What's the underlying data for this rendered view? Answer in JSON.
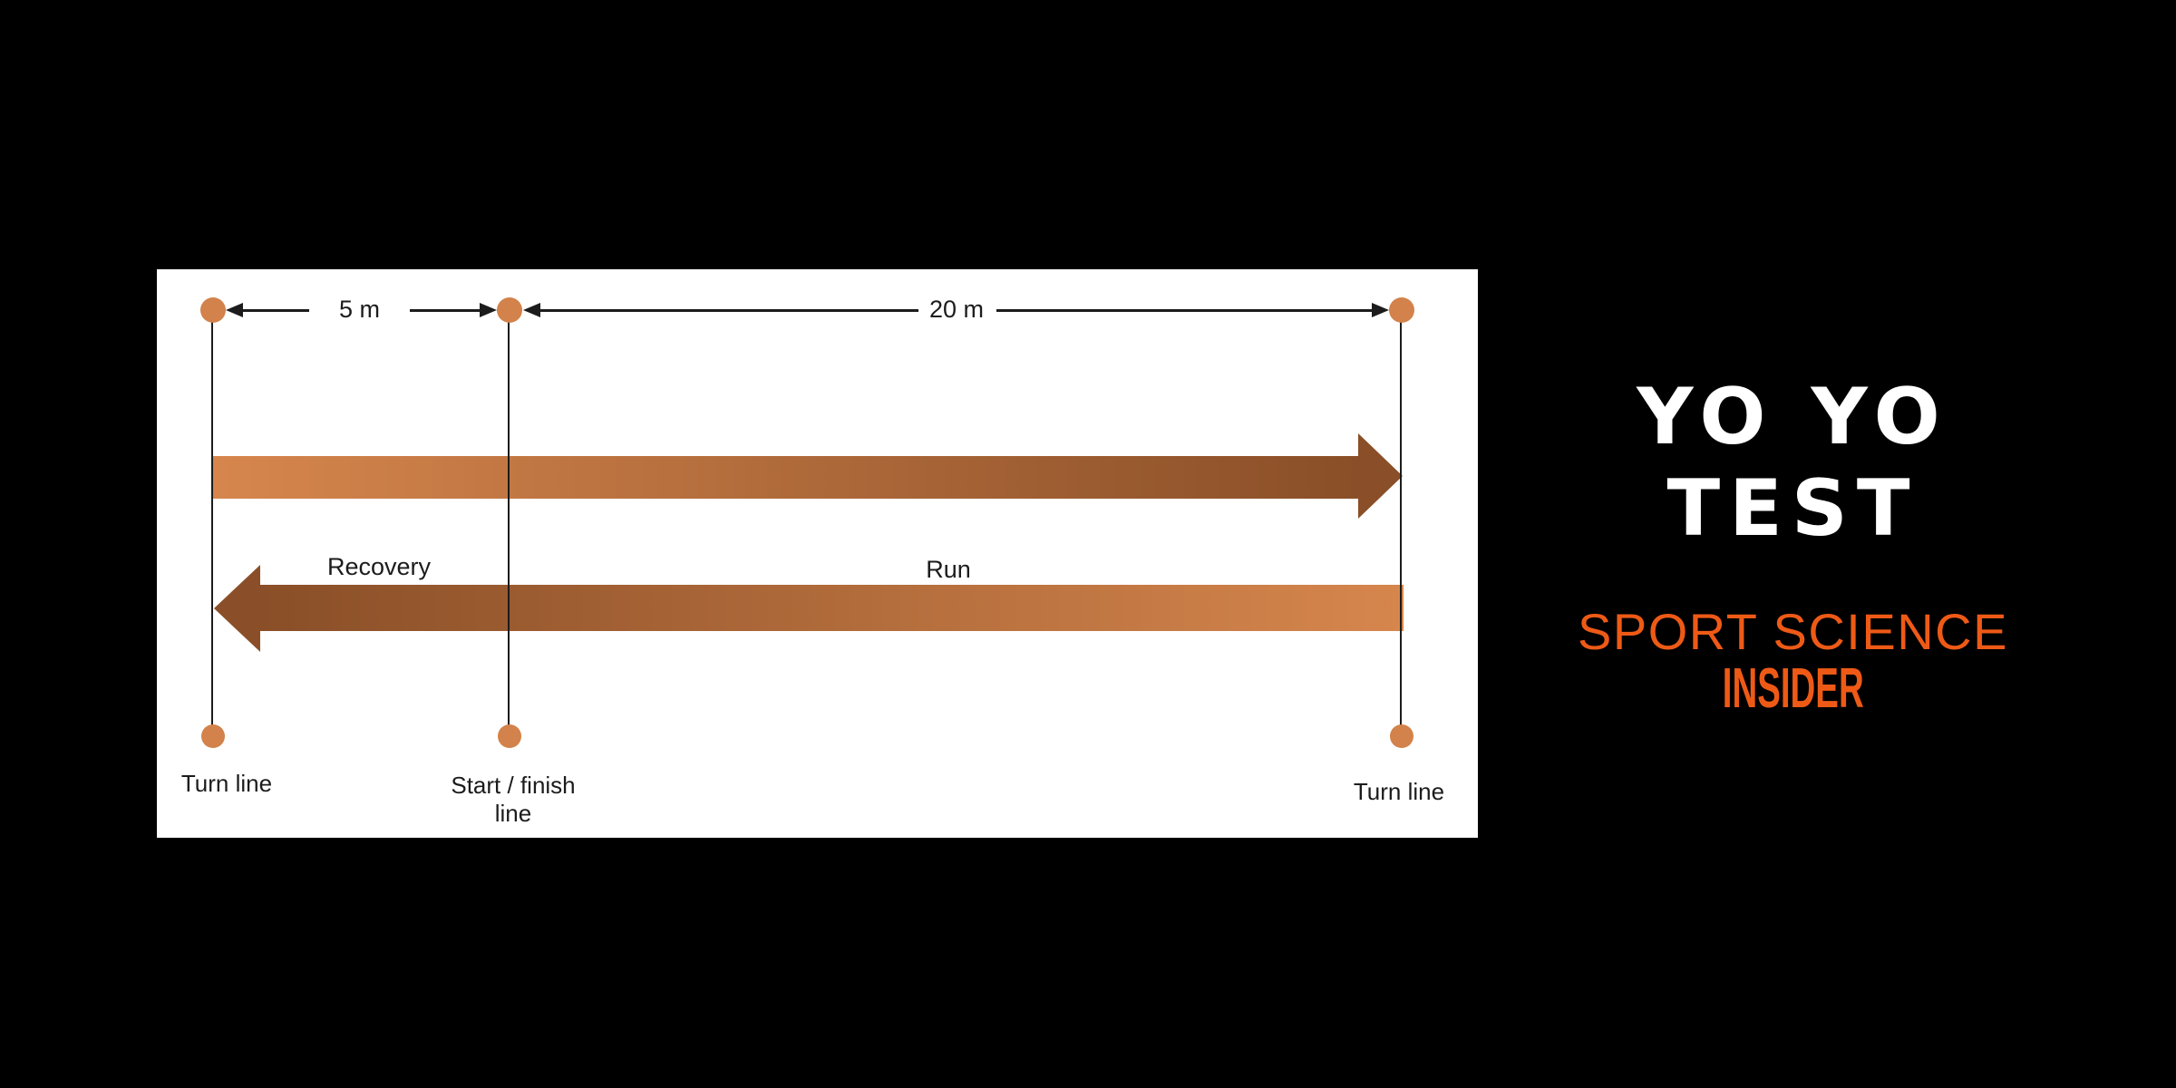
{
  "colors": {
    "bg": "#000000",
    "panel": "#ffffff",
    "ink": "#1c1c1c",
    "cone": "#d2824a",
    "arrow-orange": "#d6864d",
    "arrow-brown": "#8a4f28",
    "accent": "#ee5a16",
    "title": "#ffffff"
  },
  "diagram": {
    "dim_5m": "5 m",
    "dim_20m": "20 m",
    "recovery_label": "Recovery",
    "run_label": "Run",
    "turn_line_left": "Turn line",
    "start_finish_l1": "Start / finish",
    "start_finish_l2": "line",
    "turn_line_right": "Turn line",
    "recovery_distance_m": 5,
    "run_distance_m": 20,
    "cone_icon": "cone-dot",
    "run_arrow_icon": "right-gradient-arrow",
    "recovery_arrow_icon": "left-gradient-arrow"
  },
  "branding": {
    "title_line1": "YO YO",
    "title_line2": "TEST",
    "subtitle": "SPORT SCIENCE",
    "subtitle_bold": "INSIDER"
  }
}
